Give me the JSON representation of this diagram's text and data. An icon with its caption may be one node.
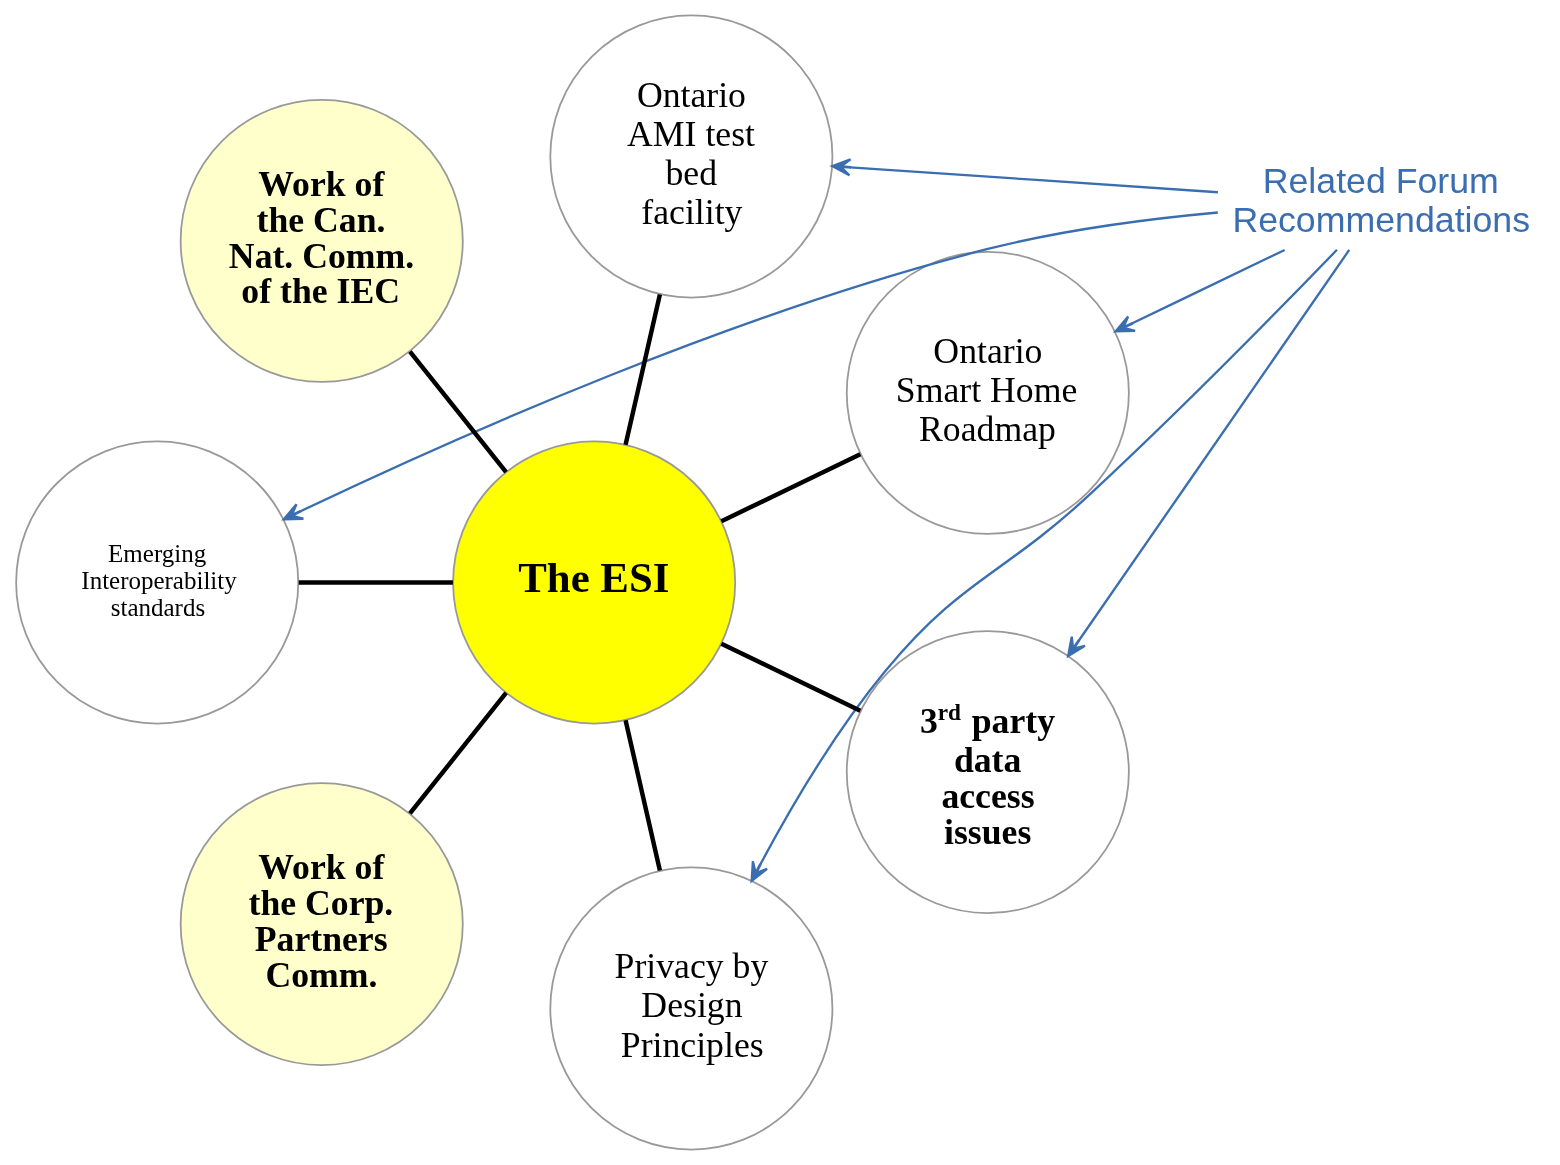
{
  "diagram": {
    "nodes": [
      {
        "text": [
          "Related Forum Recommendations"
        ]
      },
      {
        "text": [
          "The ESI"
        ]
      },
      {
        "text": [
          "Ontario Smart Home Roadmap"
        ]
      },
      {
        "text": [
          "Ontario AMI test bed facility"
        ]
      },
      {
        "text": [
          "Work of the Can. Nat. Comm. of the IEC"
        ]
      },
      {
        "text": [
          "Emerging Interoperability standards"
        ]
      },
      {
        "text": [
          "Work of the Corp. Partners Comm."
        ]
      },
      {
        "text": [
          "Privacy by Design Principles"
        ]
      },
      {
        "text": [
          "3$^{rd}$ party data access issues"
        ]
      }
    ],
    "edges": [
      {
        "from": 1,
        "to": 2,
        "arrow": "none"
      },
      {
        "from": 1,
        "to": 3,
        "arrow": "none"
      },
      {
        "from": 1,
        "to": 4,
        "arrow": "none"
      },
      {
        "from": 1,
        "to": 5,
        "arrow": "none"
      },
      {
        "from": 1,
        "to": 6,
        "arrow": "none"
      },
      {
        "from": 1,
        "to": 7,
        "arrow": "none"
      },
      {
        "from": 1,
        "to": 8,
        "arrow": "none"
      },
      {
        "from": 0,
        "to": 2,
        "arrow": "to",
        "color": "#3a6eb0"
      },
      {
        "from": 0,
        "to": 3,
        "arrow": "to",
        "color": "#3a6eb0"
      },
      {
        "from": 0,
        "to": 5,
        "arrow": "to",
        "color": "#3a6eb0"
      },
      {
        "from": 0,
        "to": 7,
        "arrow": "to",
        "color": "#3a6eb0"
      },
      {
        "from": 0,
        "to": 8,
        "arrow": "to",
        "color": "#3a6eb0"
      }
    ]
  }
}
